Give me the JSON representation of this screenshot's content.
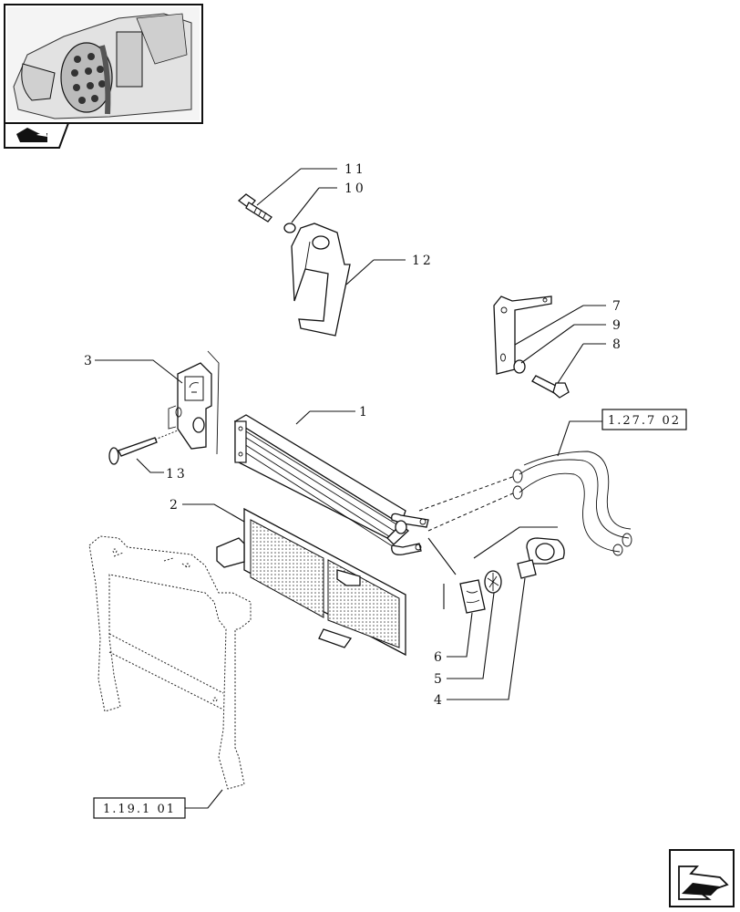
{
  "callouts": {
    "c1": "1",
    "c2": "2",
    "c3": "3",
    "c4": "4",
    "c5": "5",
    "c6": "6",
    "c7": "7",
    "c8": "8",
    "c9": "9",
    "c10": "10",
    "c11": "11",
    "c12": "12",
    "c13": "13"
  },
  "references": {
    "hoses": "1.27.7 02",
    "frame": "1.19.1 01"
  },
  "icons": {
    "thumbnail": "engine-thumbnail-icon",
    "tractor": "tractor-icon",
    "next": "next-page-arrow-icon"
  }
}
